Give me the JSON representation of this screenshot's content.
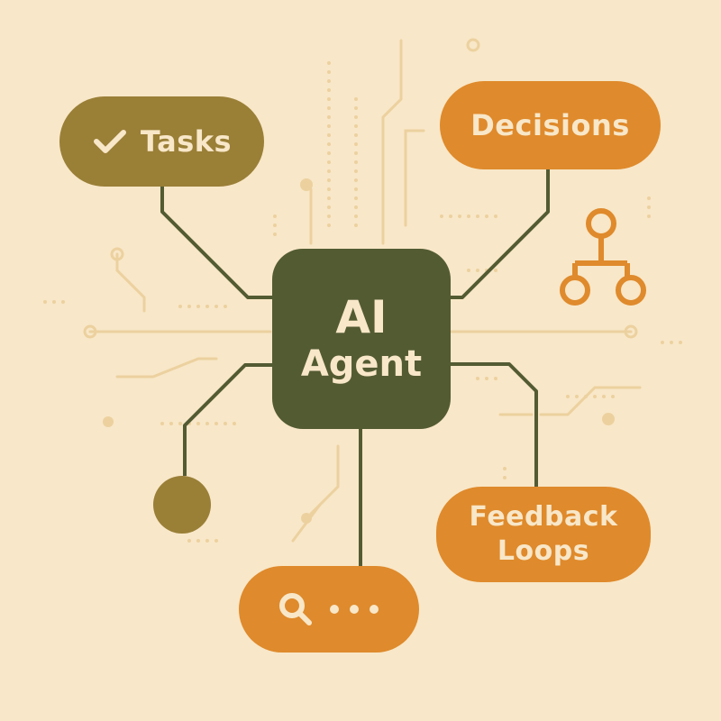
{
  "colors": {
    "background": "#f8e7c8",
    "dark_olive": "#535b33",
    "olive": "#9a7f37",
    "orange": "#df8a2c",
    "faint_circuit": "#ecd19f",
    "text_light": "#f8e7c8"
  },
  "center_node": {
    "line1": "AI",
    "line2": "Agent"
  },
  "nodes": {
    "tasks": {
      "label": "Tasks",
      "icon": "checkmark-icon"
    },
    "decisions": {
      "label": "Decisions"
    },
    "feedback": {
      "line1": "Feedback",
      "line2": "Loops"
    },
    "search": {
      "icon": "search-icon",
      "trail": "dots-icon"
    }
  },
  "side_icons": [
    "hierarchy-tree-icon",
    "olive-circle-node"
  ]
}
